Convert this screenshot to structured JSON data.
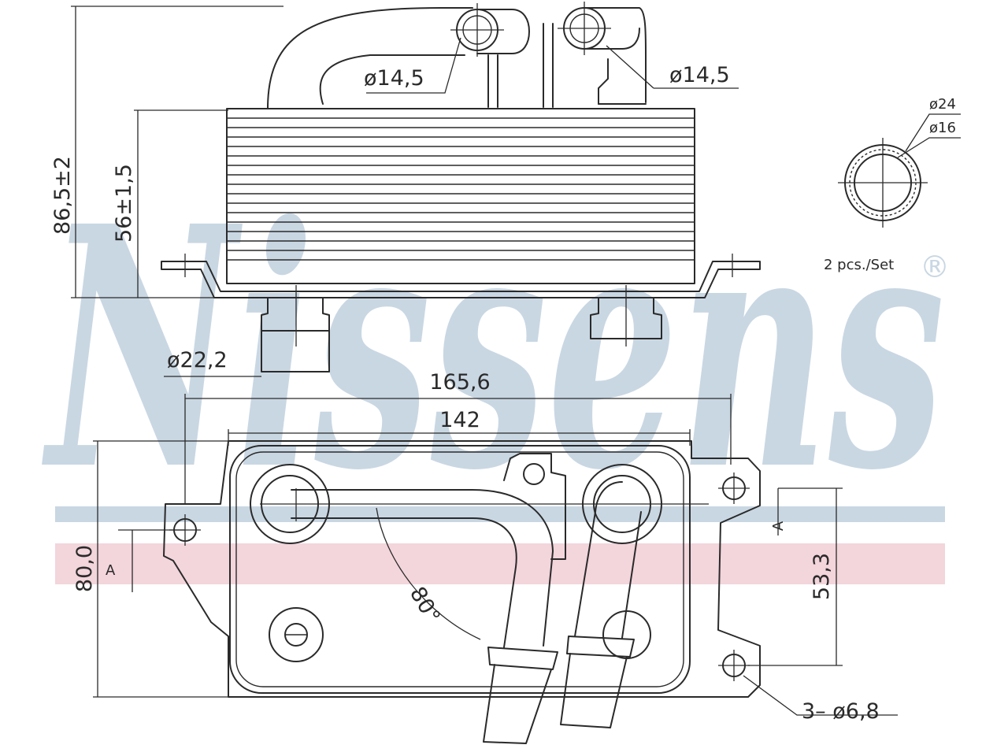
{
  "watermark": {
    "brand": "Nissens",
    "registered_mark": "®",
    "colors": {
      "blue": "#c9d7e3",
      "pink": "#f3d5dc"
    }
  },
  "dimensions": {
    "height_total": "86,5±2",
    "height_core": "56±1,5",
    "pipe_left": "ø14,5",
    "pipe_right": "ø14,5",
    "port_bottom": "ø22,2",
    "length_overall": "165,6",
    "length_core": "142",
    "width": "80,0",
    "section_mark_left": "A",
    "section_mark_right": "A",
    "hole_spacing": "53,3",
    "angle": "80°",
    "holes": "3– ø6,8"
  },
  "seal": {
    "outer_diameter": "ø24",
    "inner_diameter": "ø16",
    "quantity_note": "2 pcs./Set"
  }
}
